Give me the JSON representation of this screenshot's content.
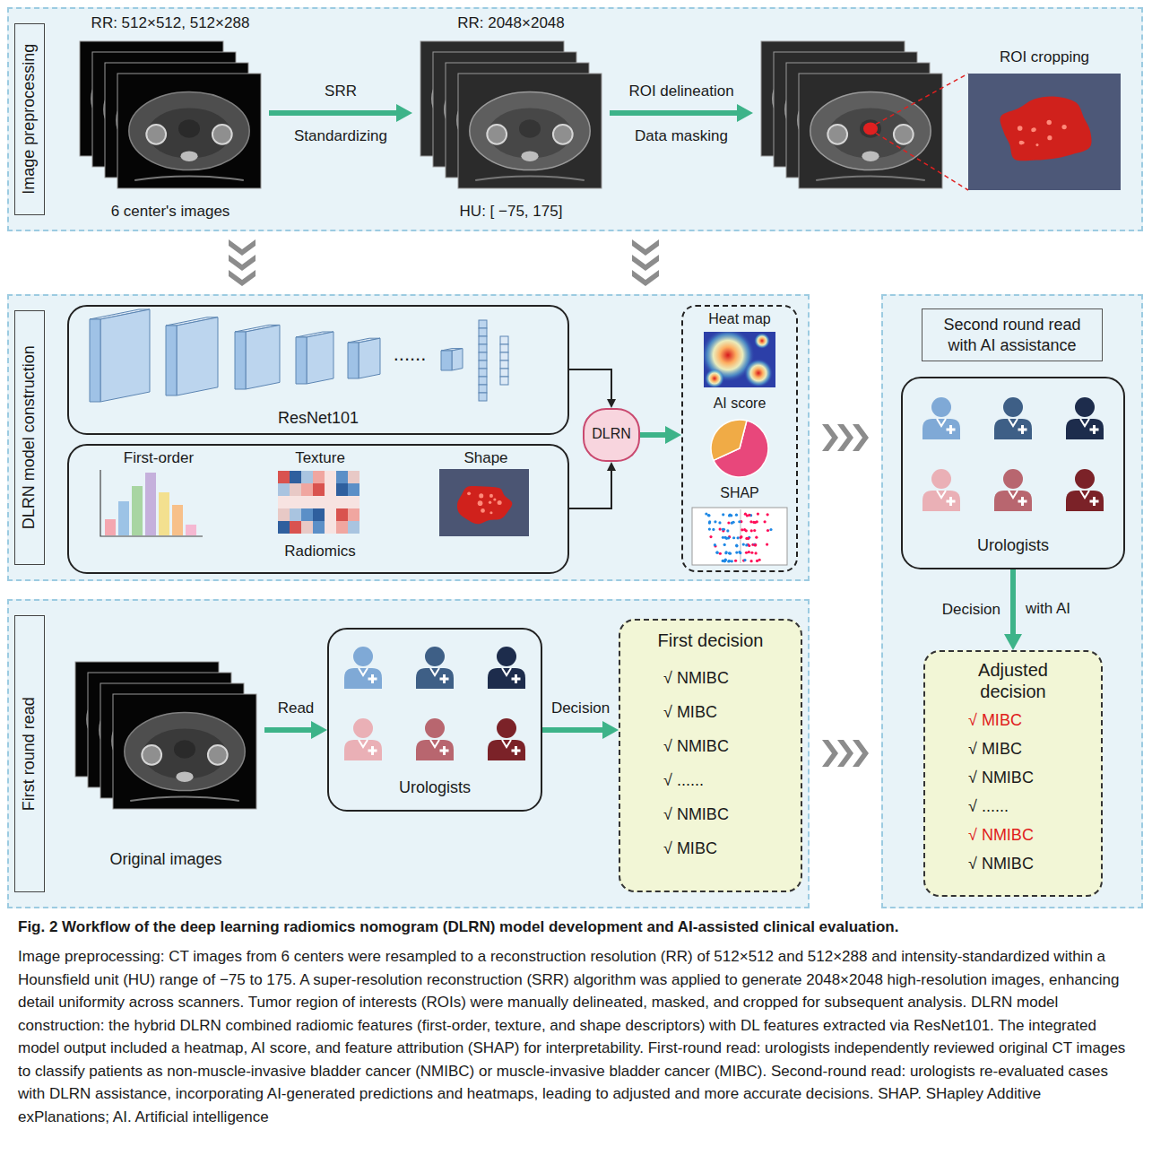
{
  "diagram": {
    "caption": "Fig. 2 Workflow of the deep learning radiomics nomogram (DLRN) model development and AI-assisted clinical evaluation.",
    "nodes": [
      {
        "text": [
          "Image preprocessing"
        ]
      },
      {
        "text": [
          "RR: 512×512, 512×288",
          "6 center's images"
        ],
        "in": 0
      },
      {
        "text": [
          "RR: 2048×2048",
          "HU: [ −75, 175]"
        ],
        "in": 0
      },
      {
        "text": [
          "ROI cropping"
        ],
        "in": 0
      },
      {
        "text": [
          "DLRN model construction"
        ]
      },
      {
        "text": [
          "ResNet101"
        ],
        "in": 4
      },
      {
        "text": [
          "First-order",
          "Texture",
          "Shape",
          "Radiomics"
        ],
        "in": 4
      },
      {
        "text": [
          "DLRN"
        ],
        "in": 4
      },
      {
        "text": [
          "Heat map",
          "AI score",
          "SHAP"
        ],
        "in": 4
      },
      {
        "text": [
          "Second round read with AI assistance"
        ]
      },
      {
        "text": [
          "Urologists"
        ],
        "in": 9
      },
      {
        "text": [
          "Adjusted decision",
          "√ MIBC",
          "√ MIBC",
          "√ NMIBC",
          "√ ......",
          "√ NMIBC",
          "√ NMIBC"
        ],
        "in": 9
      },
      {
        "text": [
          "First round read"
        ]
      },
      {
        "text": [
          "Original images"
        ],
        "in": 12
      },
      {
        "text": [
          "Urologists"
        ],
        "in": 12
      },
      {
        "text": [
          "First decision",
          "√ NMIBC",
          "√ MIBC",
          "√ NMIBC",
          "√ ......",
          "√ NMIBC",
          "√ MIBC"
        ],
        "in": 12
      }
    ],
    "edges": [
      {
        "from": 1,
        "to": 2,
        "label": "SRR",
        "arrow": "to"
      },
      {
        "from": 2,
        "to": 3,
        "label": "ROI delineation",
        "arrow": "to"
      },
      {
        "from": 0,
        "to": 4,
        "arrow": "to"
      },
      {
        "from": 0,
        "to": 4,
        "arrow": "to"
      },
      {
        "from": 5,
        "to": 7,
        "arrow": "to"
      },
      {
        "from": 6,
        "to": 7,
        "arrow": "to"
      },
      {
        "from": 7,
        "to": 8,
        "arrow": "to"
      },
      {
        "from": 4,
        "to": 9,
        "arrow": "to"
      },
      {
        "from": 13,
        "to": 14,
        "label": "Read",
        "arrow": "to"
      },
      {
        "from": 14,
        "to": 15,
        "label": "Decision",
        "arrow": "to"
      },
      {
        "from": 12,
        "to": 9,
        "arrow": "to"
      },
      {
        "from": 10,
        "to": 11,
        "label": "Decision",
        "arrow": "to"
      }
    ],
    "labels": [
      "Standardizing",
      "Data masking",
      "......",
      "with AI",
      "Image preprocessing: CT images from 6 centers were resampled to a reconstruction resolution (RR) of 512×512 and 512×288 and intensity-standardized within a Hounsfield unit (HU) range of −75 to 175. A super-resolution reconstruction (SRR) algorithm was applied to generate 2048×2048 high-resolution images, enhancing detail uniformity across scanners. Tumor region of interests (ROIs) were manually delineated, masked, and cropped for subsequent analysis. DLRN model construction: the hybrid DLRN combined radiomic features (first-order, texture, and shape descriptors) with DL features extracted via ResNet101. The integrated model output included a heatmap, AI score, and feature attribution (SHAP) for interpretability. First-round read: urologists independently reviewed original CT images to classify patients as non-muscle-invasive bladder cancer (NMIBC) or muscle-invasive bladder cancer (MIBC). Second-round read: urologists re-evaluated cases with DLRN assistance, incorporating AI-generated predictions and heatmaps, leading to adjusted and more accurate decisions. SHAP. SHapley Additive exPlanations; AI. Artificial intelligence"
    ]
  }
}
